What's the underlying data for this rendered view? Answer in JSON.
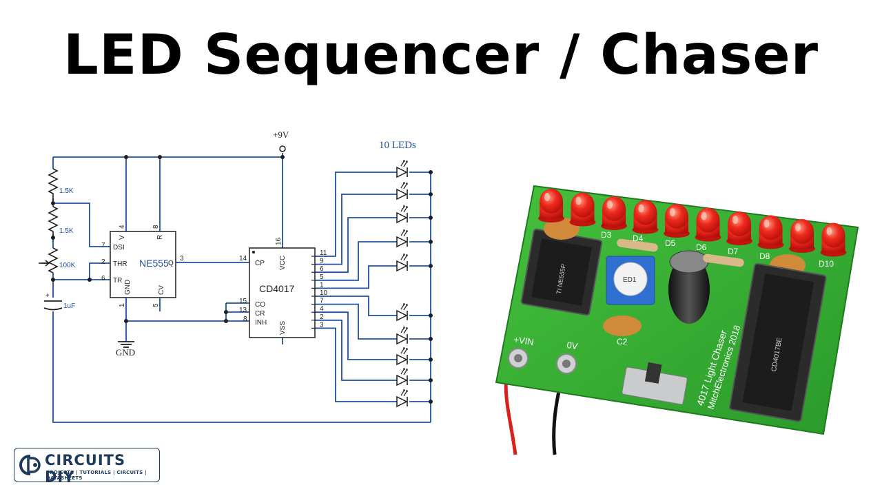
{
  "title": "LED Sequencer / Chaser",
  "schematic": {
    "supply_label": "+9V",
    "ground_label": "GND",
    "leds_label": "10 LEDs",
    "r1": "1.5K",
    "r2": "1.5K",
    "pot": "100K",
    "cap": "1uF",
    "ne555": {
      "name": "NE555",
      "pin_dsi": "DSI",
      "pin_thr": "THR",
      "pin_tr": "TR",
      "pin_q": "Q",
      "pin_v": "V",
      "pin_r": "R",
      "pin_gnd": "GND",
      "pin_cv": "CV",
      "n7": "7",
      "n2": "2",
      "n6": "6",
      "n3": "3",
      "n4": "4",
      "n8": "8",
      "n1": "1",
      "n5": "5"
    },
    "cd4017": {
      "name": "CD4017",
      "pin_cp": "CP",
      "pin_vcc": "VCC",
      "pin_co": "CO",
      "pin_cr": "CR",
      "pin_inh": "INH",
      "pin_vss": "VSS",
      "n14": "14",
      "n16": "16",
      "n15": "15",
      "n13": "13",
      "n8": "8",
      "outputs": [
        "11",
        "9",
        "6",
        "5",
        "1",
        "10",
        "7",
        "4",
        "2",
        "3"
      ]
    }
  },
  "pcb": {
    "vin_label": "+VIN",
    "gnd_label": "0V",
    "silkscreen": "4017 Light Chaser",
    "maker": "MitchElectronics 2018",
    "ic_555_text": "TI NE555P",
    "ic_4017_text": "CD4017BE",
    "pot_text": "ED1",
    "led_labels": [
      "D3",
      "D4",
      "D5",
      "D6",
      "D7",
      "D8",
      "D10"
    ],
    "c2_label": "C2"
  },
  "logo": {
    "brand": "CIRCUITS DIY",
    "tagline": "PROJECTS | TUTORIALS | CIRCUITS | DATASHEETS"
  },
  "colors": {
    "wire": "#1f4fa3",
    "pcb": "#2fa82e",
    "led": "#e8241b",
    "logo": "#1d3a5c"
  }
}
